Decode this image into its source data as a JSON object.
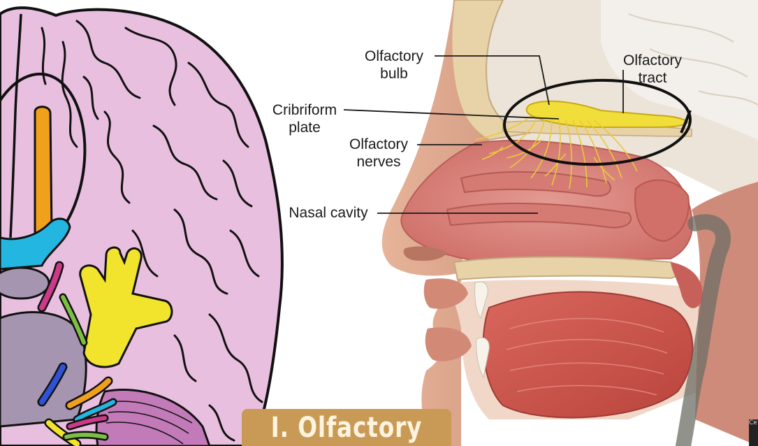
{
  "labels": {
    "olfactory_bulb": [
      "Olfactory",
      "bulb"
    ],
    "olfactory_tract": [
      "Olfactory",
      "tract"
    ],
    "cribriform_plate": [
      "Cribriform",
      "plate"
    ],
    "olfactory_nerves": [
      "Olfactory",
      "nerves"
    ],
    "nasal_cavity": "Nasal cavity"
  },
  "title": "I. Olfactory",
  "corner_badge": "Ce",
  "colors": {
    "brain": "#e9bfe0",
    "brain_outline": "#111111",
    "nerve_yellow": "#f2e32c",
    "nerve_orange": "#f0a01a",
    "nerve_cyan": "#22b6e0",
    "nerve_green": "#7cc043",
    "nerve_magenta": "#cc3a8a",
    "nerve_blue": "#2f52d6",
    "cerebellum": "#c27bb8",
    "brainstem": "#a695b0",
    "tissue_pink": "#e0867f",
    "skin": "#e6b49a",
    "bone": "#e8d3a8",
    "olfactory_nerves": "#e9c93a",
    "banner": "#c99a55"
  }
}
